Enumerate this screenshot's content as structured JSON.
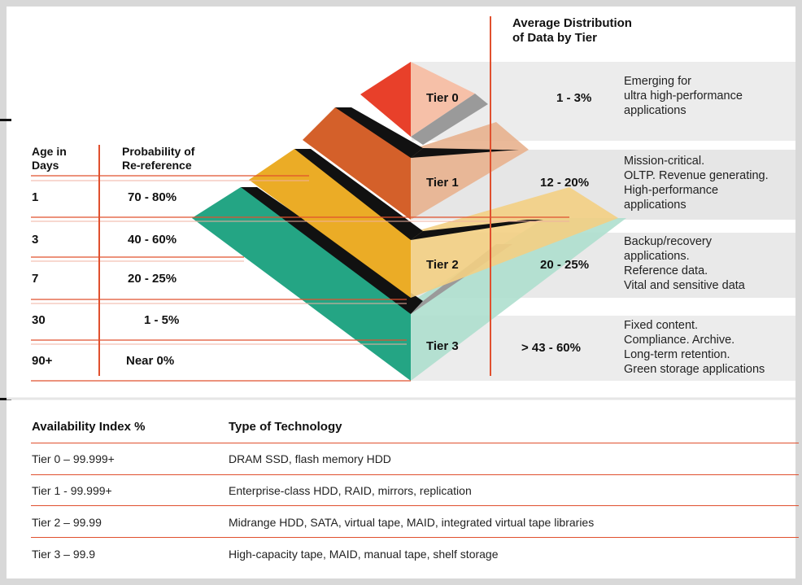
{
  "header": {
    "age_label": "Age in\nDays",
    "probability_label": "Probability of\nRe-reference",
    "distribution_label": "Average Distribution\nof Data by Tier"
  },
  "age_rows": [
    {
      "age": "1",
      "probability": "70 - 80%"
    },
    {
      "age": "3",
      "probability": "40 - 60%"
    },
    {
      "age": "7",
      "probability": "20 - 25%"
    },
    {
      "age": "30",
      "probability": "1 - 5%"
    },
    {
      "age": "90+",
      "probability": "Near 0%"
    }
  ],
  "tiers": [
    {
      "name": "Tier 0",
      "distribution": "1 - 3%",
      "description": [
        "Emerging for",
        "ultra high-performance",
        "applications"
      ],
      "color": "#e8402a"
    },
    {
      "name": "Tier 1",
      "distribution": "12 - 20%",
      "description": [
        "Mission-critical.",
        "OLTP. Revenue generating.",
        "High-performance",
        "applications"
      ],
      "color": "#d4602a"
    },
    {
      "name": "Tier 2",
      "distribution": "20 - 25%",
      "description": [
        "Backup/recovery",
        "applications.",
        "Reference data.",
        "Vital and sensitive data"
      ],
      "color": "#ebac26"
    },
    {
      "name": "Tier 3",
      "distribution": "> 43 - 60%",
      "description": [
        "Fixed content.",
        "Compliance. Archive.",
        "Long-term retention.",
        "Green storage applications"
      ],
      "color": "#24a584"
    }
  ],
  "table": {
    "headers": [
      "Availability Index %",
      "Type of Technology"
    ],
    "rows": [
      [
        "Tier 0 – 99.999+",
        "DRAM SSD, flash memory HDD"
      ],
      [
        "Tier 1 - 99.999+",
        "Enterprise-class HDD, RAID, mirrors, replication"
      ],
      [
        "Tier 2 – 99.99",
        "Midrange HDD, SATA, virtual tape, MAID, integrated virtual tape libraries"
      ],
      [
        "Tier 3 – 99.9",
        "High-capacity tape, MAID, manual tape, shelf storage"
      ]
    ]
  },
  "colors": {
    "accent_line": "#e0502e"
  }
}
